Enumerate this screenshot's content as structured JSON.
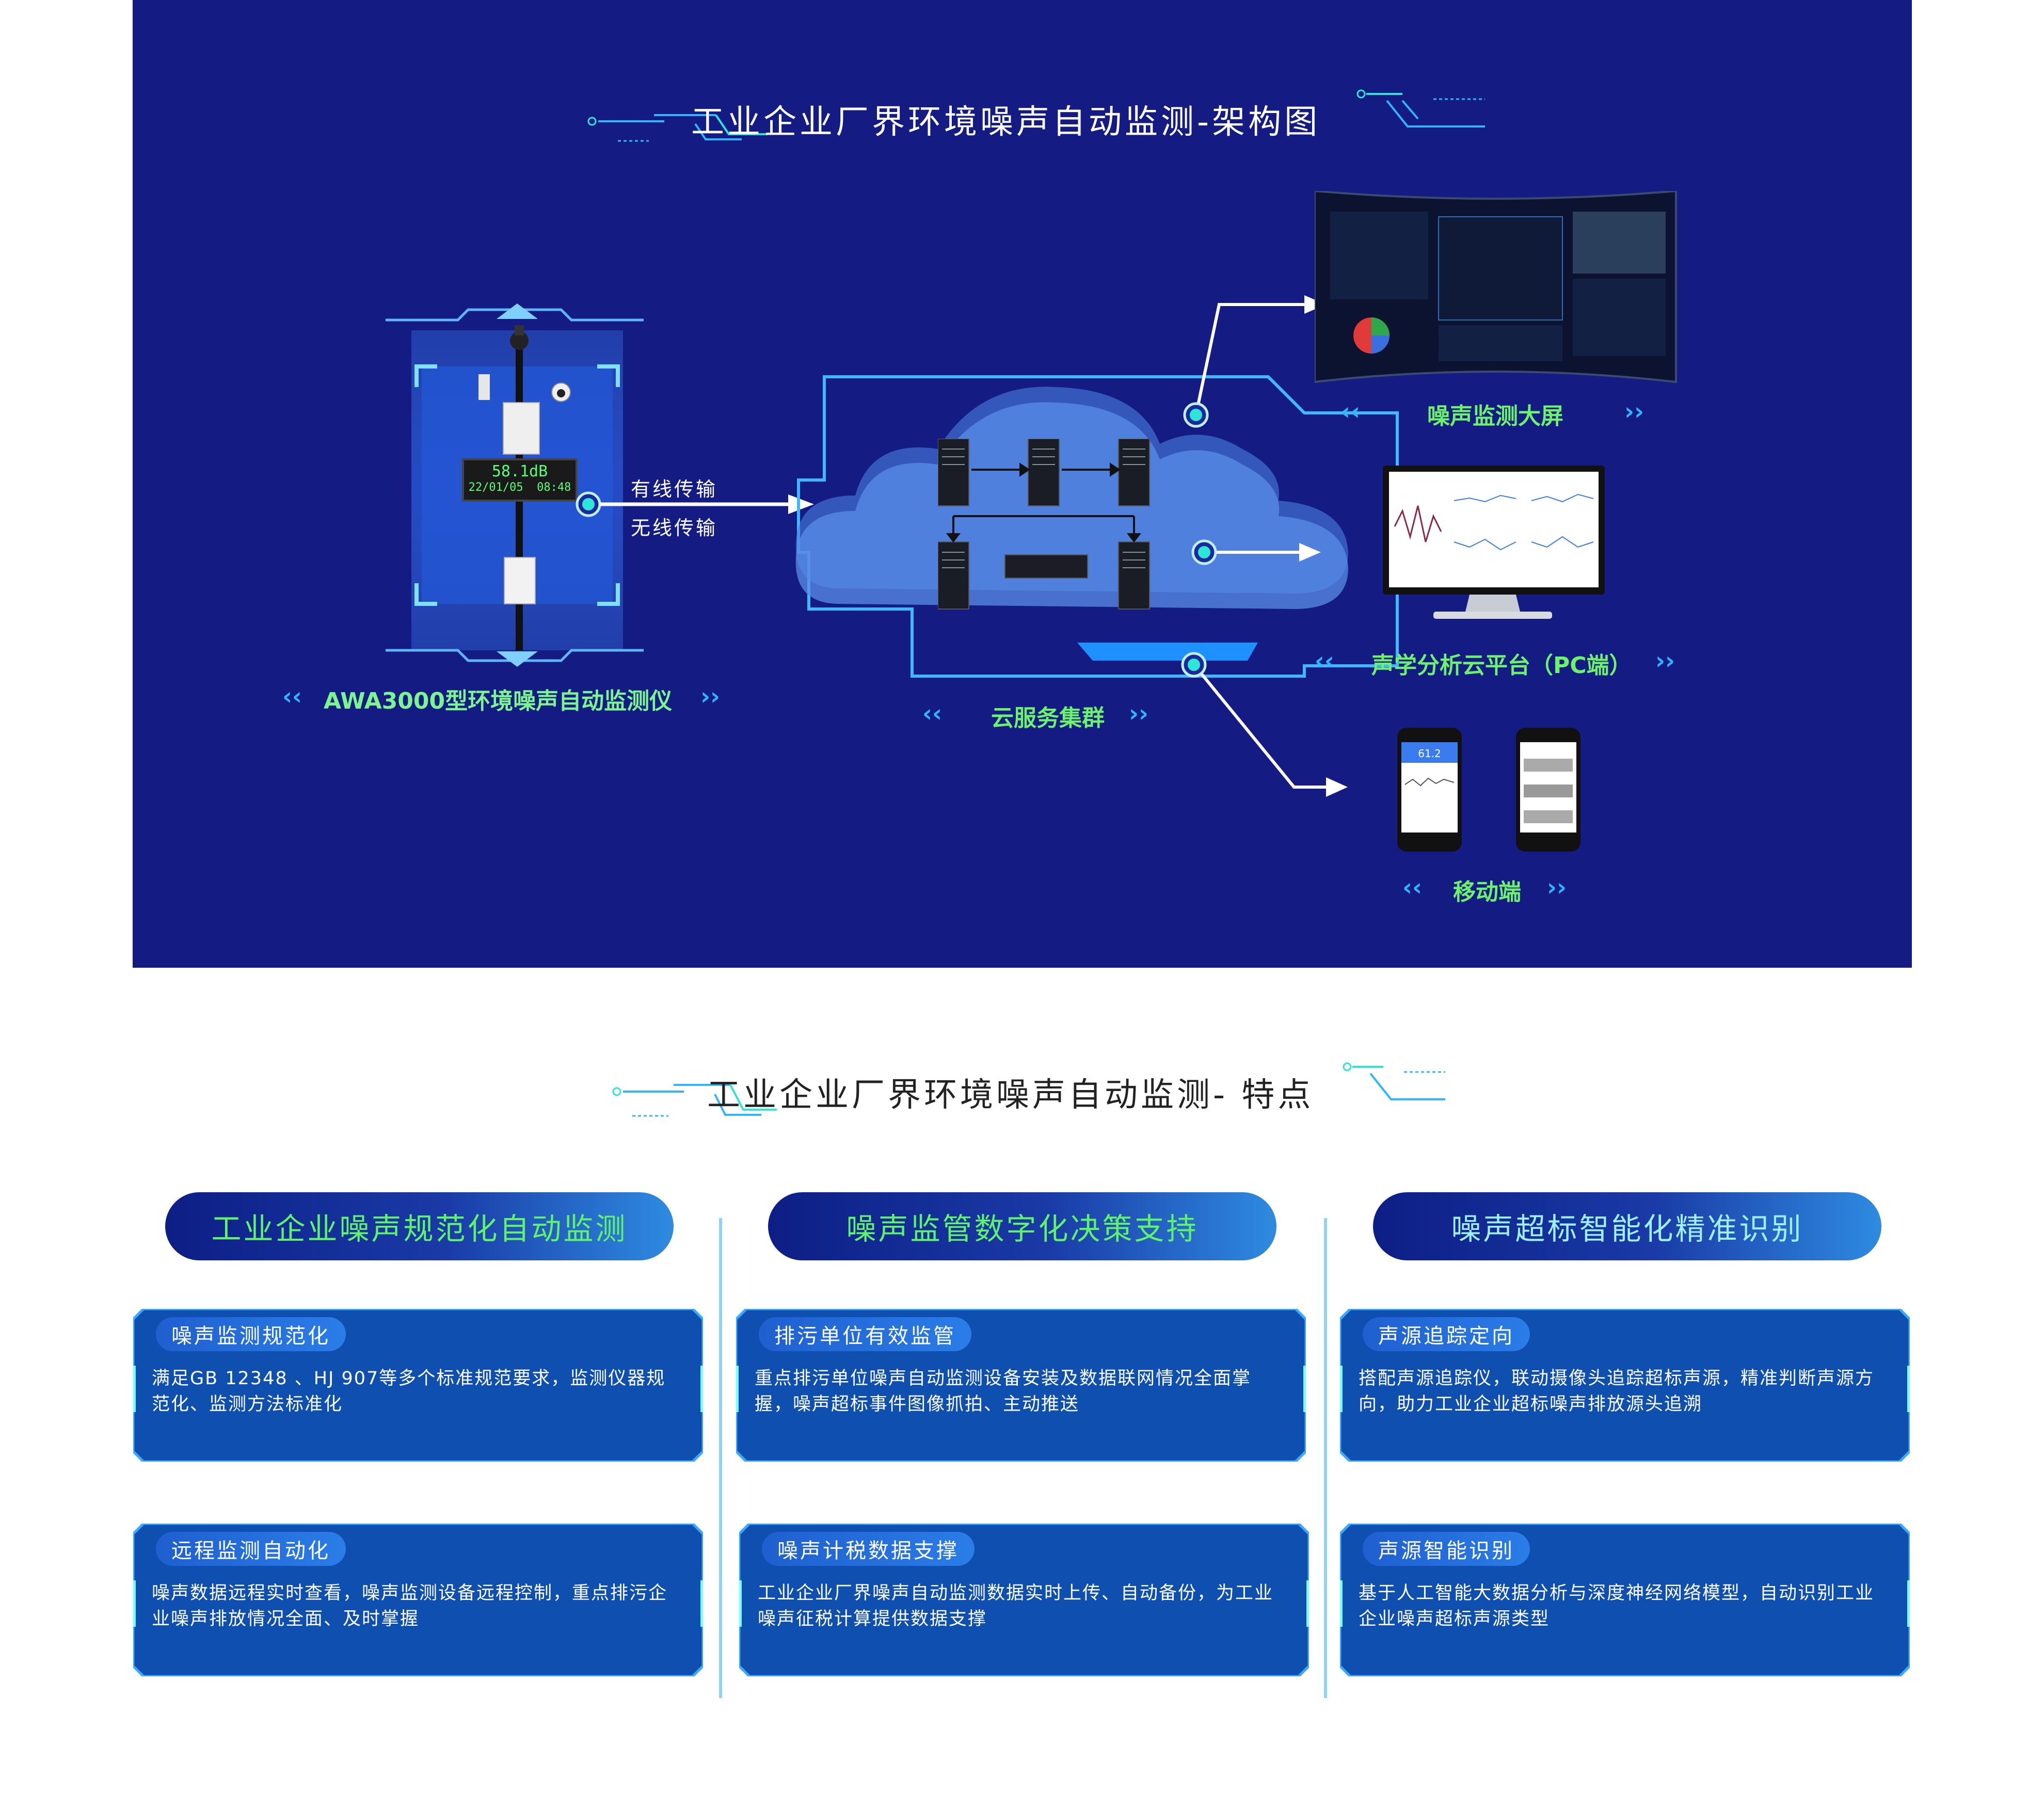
{
  "colors": {
    "arch_bg": "#141c84",
    "green_label": "#6cf26b",
    "accent_cyan": "#2ee6d6",
    "card_blue": "#0e4fb0",
    "divider": "#8fd4f5"
  },
  "architecture": {
    "title": "工业企业厂界环境噪声自动监测-架构图",
    "device": {
      "label": "AWA3000型环境噪声自动监测仪",
      "display_line1": "58.1dB",
      "display_line2": "22/01/05  08:48"
    },
    "link": {
      "wired": "有线传输",
      "wireless": "无线传输"
    },
    "cloud_label": "云服务集群",
    "outputs": {
      "big_screen": "噪声监测大屏",
      "pc": "声学分析云平台（PC端）",
      "mobile": "移动端",
      "phone_reading": "61.2"
    }
  },
  "features": {
    "title": "工业企业厂界环境噪声自动监测- 特点",
    "columns": [
      {
        "header": "工业企业噪声规范化自动监测",
        "cards": [
          {
            "tag": "噪声监测规范化",
            "text": "满足GB 12348 、HJ 907等多个标准规范要求，监测仪器规范化、监测方法标准化"
          },
          {
            "tag": "远程监测自动化",
            "text": "噪声数据远程实时查看，噪声监测设备远程控制，重点排污企业噪声排放情况全面、及时掌握"
          }
        ]
      },
      {
        "header": "噪声监管数字化决策支持",
        "cards": [
          {
            "tag": "排污单位有效监管",
            "text": "重点排污单位噪声自动监测设备安装及数据联网情况全面掌握，噪声超标事件图像抓拍、主动推送"
          },
          {
            "tag": "噪声计税数据支撑",
            "text": "工业企业厂界噪声自动监测数据实时上传、自动备份，为工业噪声征税计算提供数据支撑"
          }
        ]
      },
      {
        "header": "噪声超标智能化精准识别",
        "cards": [
          {
            "tag": "声源追踪定向",
            "text": "搭配声源追踪仪，联动摄像头追踪超标声源，精准判断声源方向，助力工业企业超标噪声排放源头追溯"
          },
          {
            "tag": "声源智能识别",
            "text": "基于人工智能大数据分析与深度神经网络模型，自动识别工业企业噪声超标声源类型"
          }
        ]
      }
    ]
  }
}
